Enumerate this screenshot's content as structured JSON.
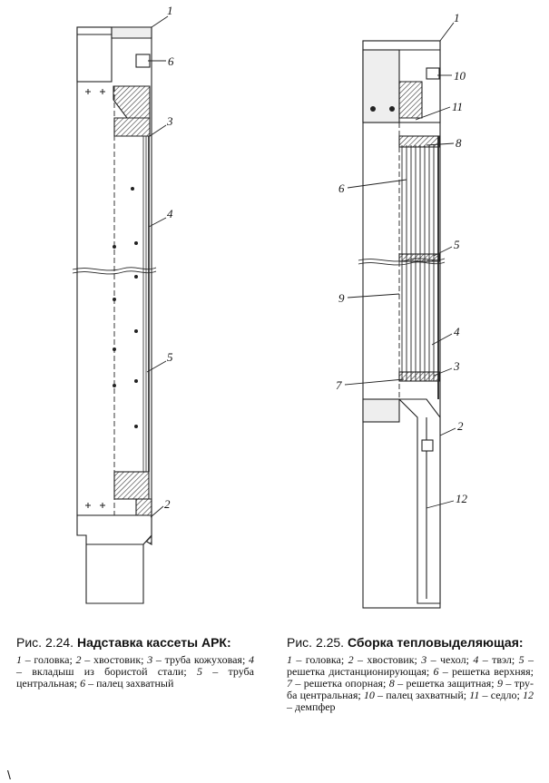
{
  "figures": [
    {
      "number_label": "Рис. 2.24.",
      "title": "Надставка кассеты АРК:",
      "legend": [
        {
          "n": "1",
          "text": " – головка; "
        },
        {
          "n": "2",
          "text": " – хвостовик; "
        },
        {
          "n": "3",
          "text": " – труба ко­жуховая; "
        },
        {
          "n": "4",
          "text": " – вкладыш из бористой ста­ли; "
        },
        {
          "n": "5",
          "text": " – труба центральная; "
        },
        {
          "n": "6",
          "text": " – палец за­хватный"
        }
      ],
      "callouts": [
        "1",
        "6",
        "3",
        "4",
        "5",
        "2"
      ]
    },
    {
      "number_label": "Рис. 2.25.",
      "title": "Сборка тепловыделяю­щая:",
      "legend": [
        {
          "n": "1",
          "text": " – головка; "
        },
        {
          "n": "2",
          "text": " – хвостовик; "
        },
        {
          "n": "3",
          "text": " – чехол; "
        },
        {
          "n": "4",
          "text": " – твэл; "
        },
        {
          "n": "5",
          "text": " – решетка дистанционирую­щая; "
        },
        {
          "n": "6",
          "text": " – решетка верхняя; "
        },
        {
          "n": "7",
          "text": " – решетка опорная; "
        },
        {
          "n": "8",
          "text": " – решетка защитная; "
        },
        {
          "n": "9",
          "text": " – тру­ба центральная; "
        },
        {
          "n": "10",
          "text": " – палец захватный; "
        },
        {
          "n": "11",
          "text": " – седло; "
        },
        {
          "n": "12",
          "text": " – демпфер"
        }
      ],
      "callouts": [
        "1",
        "10",
        "11",
        "8",
        "6",
        "5",
        "9",
        "4",
        "3",
        "7",
        "2",
        "12"
      ]
    }
  ],
  "stray_mark": "\\"
}
